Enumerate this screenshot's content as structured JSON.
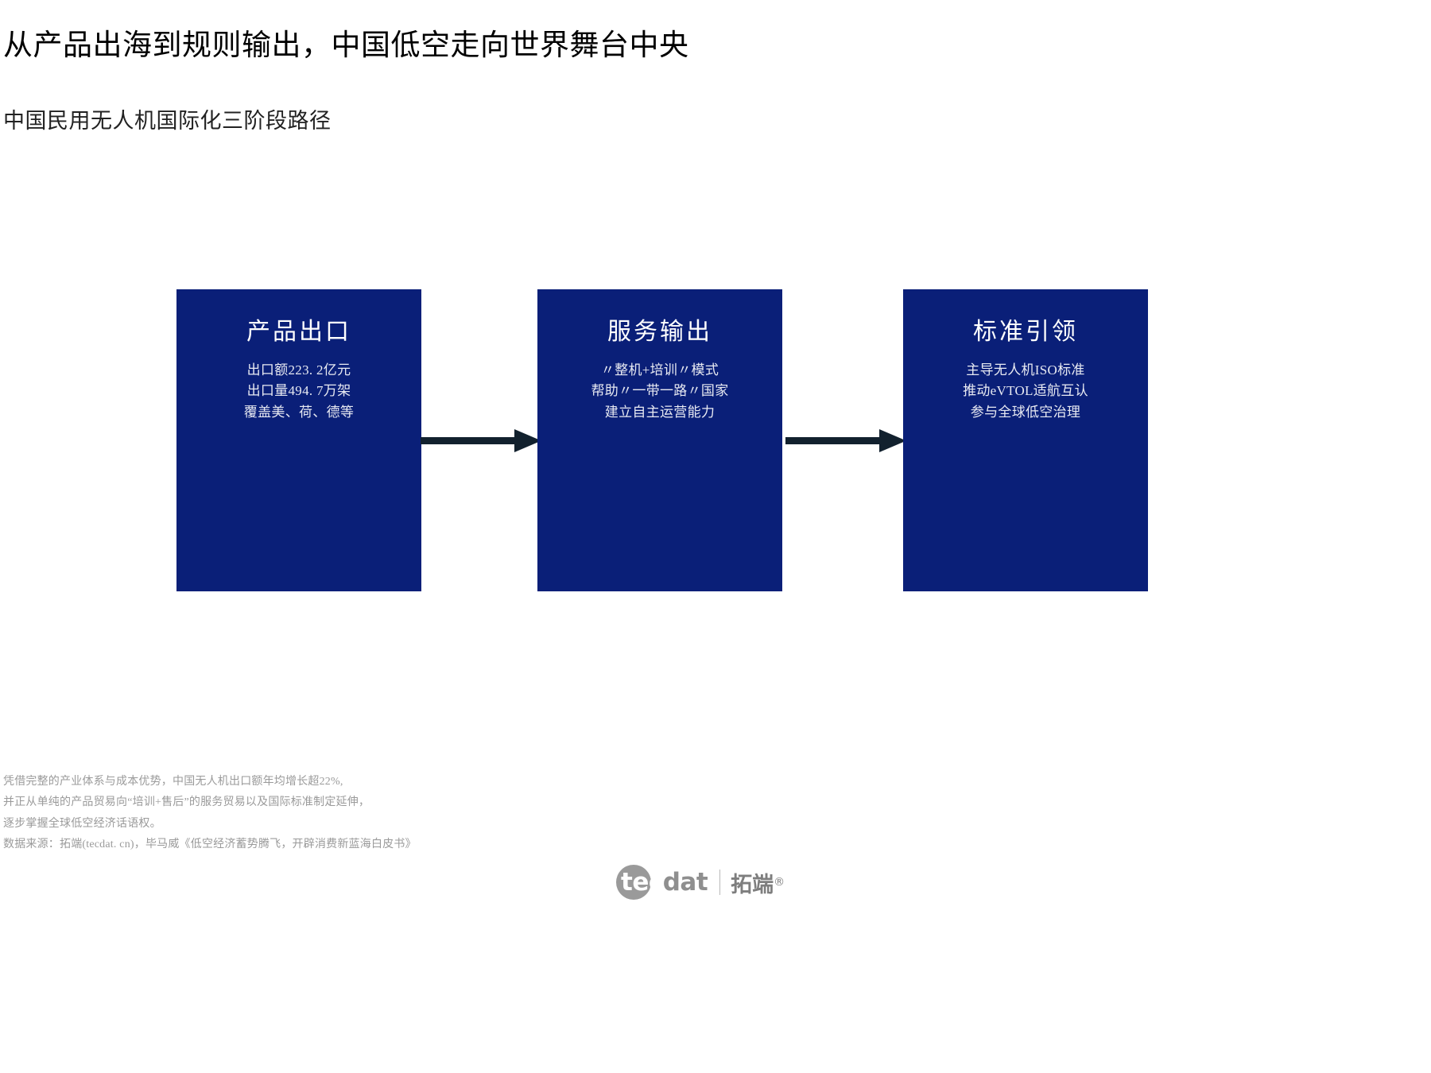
{
  "header": {
    "title": "从产品出海到规则输出，中国低空走向世界舞台中央",
    "subtitle": "中国民用无人机国际化三阶段路径"
  },
  "colors": {
    "box_fill": "#0A1F78",
    "box_text": "#FFFFFF",
    "arrow": "#12212E",
    "footnote_text": "#9A9A9A",
    "background": "#FFFFFF"
  },
  "chart_data": {
    "type": "diagram",
    "title": "中国民用无人机国际化三阶段路径",
    "layout": "horizontal-flow-left-to-right",
    "stages": [
      {
        "index": 1,
        "title": "产品出口",
        "lines": [
          "出口额223. 2亿元",
          "出口量494. 7万架",
          "覆盖美、荷、德等"
        ],
        "metrics": {
          "export_value_yi_yuan": 223.2,
          "export_units_wan_jia": 494.7,
          "markets": [
            "美",
            "荷",
            "德"
          ]
        }
      },
      {
        "index": 2,
        "title": "服务输出",
        "lines": [
          "〃整机+培训〃模式",
          "帮助〃一带一路〃国家",
          "建立自主运营能力"
        ]
      },
      {
        "index": 3,
        "title": "标准引领",
        "lines": [
          "主导无人机ISO标准",
          "推动eVTOL适航互认",
          "参与全球低空治理"
        ]
      }
    ],
    "connectors": [
      {
        "from": 1,
        "to": 2,
        "style": "solid-arrow"
      },
      {
        "from": 2,
        "to": 3,
        "style": "solid-arrow"
      }
    ]
  },
  "footnote": {
    "lines": [
      "凭借完整的产业体系与成本优势，中国无人机出口额年均增长超22%,",
      "并正从单纯的产品贸易向“培训+售后”的服务贸易以及国际标准制定延伸，",
      "逐步掌握全球低空经济话语权。",
      "数据来源：拓端(tecdat. cn)，毕马威《低空经济蓄势腾飞，开辟消费新蓝海白皮书》"
    ]
  },
  "logo": {
    "tec": "tec",
    "dat": "dat",
    "cn": "拓端",
    "registered": "®"
  }
}
